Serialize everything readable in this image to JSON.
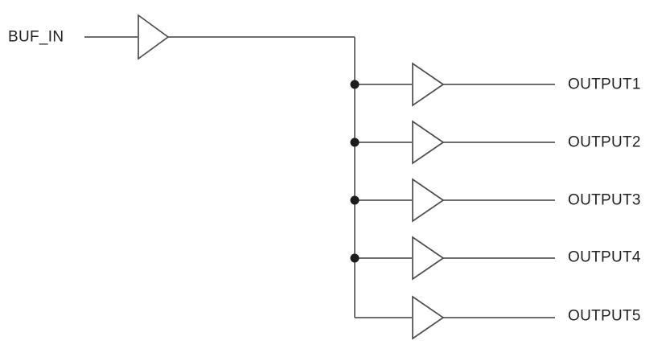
{
  "diagram": {
    "input": {
      "label": "BUF_IN"
    },
    "outputs": [
      {
        "label": "OUTPUT1"
      },
      {
        "label": "OUTPUT2"
      },
      {
        "label": "OUTPUT3"
      },
      {
        "label": "OUTPUT4"
      },
      {
        "label": "OUTPUT5"
      }
    ],
    "colors": {
      "wire": "#5a5a5a",
      "buffer_stroke": "#4d4d4d",
      "junction": "#1c1c1c",
      "text": "#231f20",
      "background": "#ffffff"
    }
  }
}
